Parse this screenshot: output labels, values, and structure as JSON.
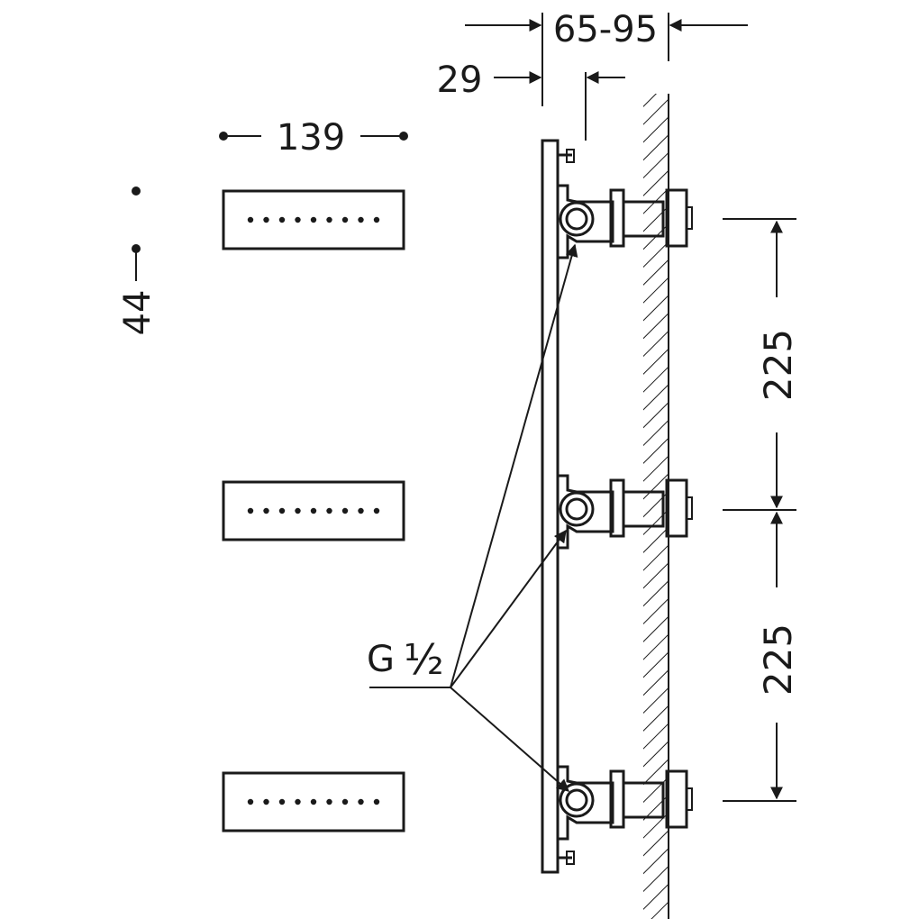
{
  "dimensions": {
    "width_139": "139",
    "height_44": "44",
    "depth_29": "29",
    "depth_65_95": "65-95",
    "spacing_top": "225",
    "spacing_bottom": "225"
  },
  "callout": {
    "thread_prefix": "G",
    "thread_fraction": "½"
  },
  "colors": {
    "ink": "#1a1a1a",
    "background": "#ffffff"
  }
}
